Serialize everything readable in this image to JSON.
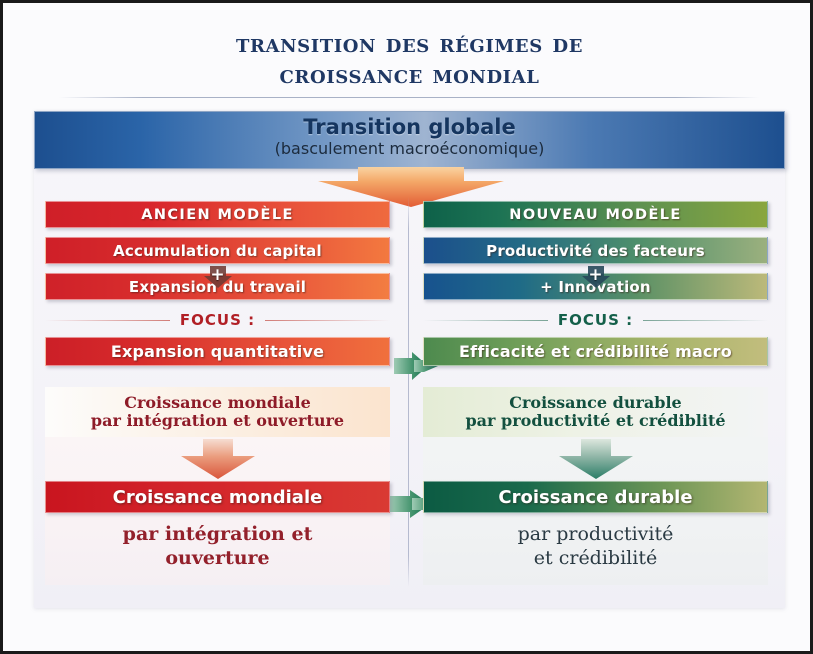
{
  "title": {
    "line1": "Transition des Régimes de",
    "line2": "Croissance Mondial"
  },
  "banner": {
    "title": "Transition globale",
    "subtitle": "(basculement macroéconomique)",
    "arrow_icon": "arrow-down-icon"
  },
  "colors": {
    "title_navy": "#1f3864",
    "old_red": "#cf1f28",
    "old_orange": "#f3793f",
    "new_green_dark": "#0e6149",
    "new_olive": "#8aa63f",
    "new_blue": "#1b4f8c",
    "connector_green": "#2e8b67",
    "connector_orange": "#e8733f"
  },
  "left_column": {
    "header": "ANCIEN MODÈLE",
    "item1": "Accumulation du capital",
    "plus": "+",
    "item2": "Expansion du travail",
    "focus_label": "FOCUS :",
    "focus_value": "Expansion quantitative",
    "summary_line1": "Croissance mondiale",
    "summary_line2": "par intégration et ouverture",
    "result_header": "Croissance mondiale",
    "result_line1": "par intégration et",
    "result_line2": "ouverture",
    "arrow_icon": "arrow-down-icon"
  },
  "right_column": {
    "header": "NOUVEAU MODÈLE",
    "item1": "Productivité des facteurs",
    "plus": "+",
    "item2": "+ Innovation",
    "focus_label": "FOCUS :",
    "focus_value": "Efficacité et crédibilité macro",
    "summary_line1": "Croissance durable",
    "summary_line2": "par productivité et crédiblité",
    "result_header": "Croissance durable",
    "result_line1": "par productivité",
    "result_line2": "et crédibilité",
    "arrow_icon": "arrow-down-icon"
  },
  "connectors": {
    "top_arrow_icon": "arrow-right-icon",
    "bottom_arrow_icon": "arrow-right-icon"
  }
}
